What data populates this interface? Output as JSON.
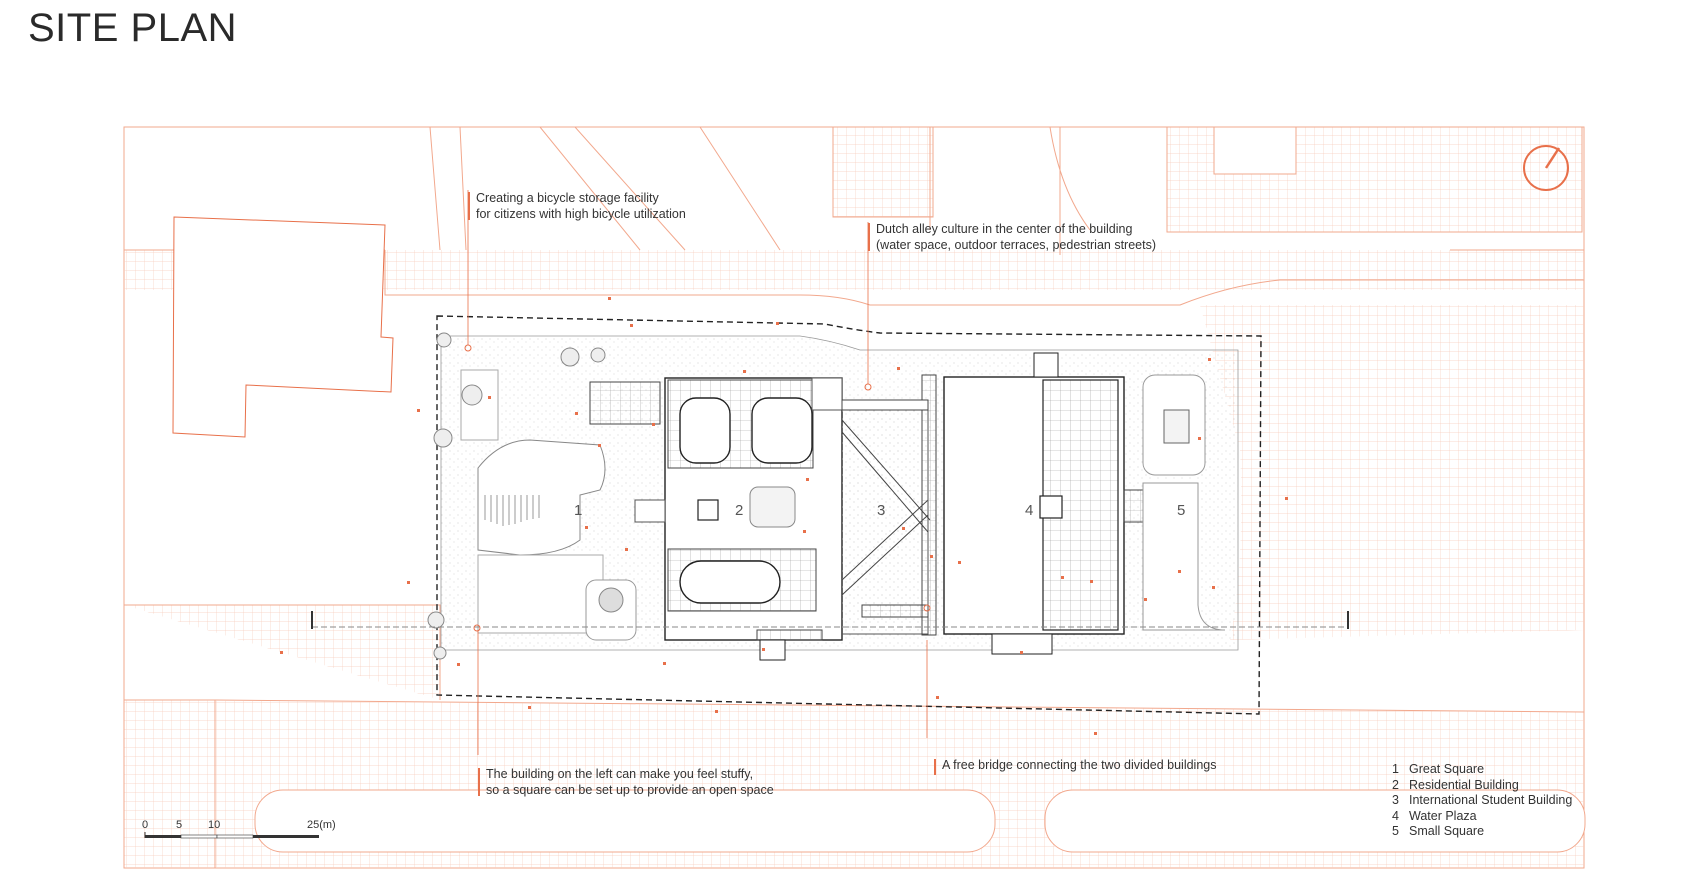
{
  "title": "SITE PLAN",
  "annotations": {
    "bicycle": [
      "Creating a bicycle storage facility",
      "for citizens with high bicycle utilization"
    ],
    "alley": [
      "Dutch alley culture in the center of the building",
      "(water space, outdoor terraces, pedestrian streets)"
    ],
    "square": [
      "The building on the left can make you feel stuffy,",
      "so a square can be set up to provide an open space"
    ],
    "bridge": [
      "A free bridge connecting the two divided buildings"
    ]
  },
  "zone_numbers": [
    "1",
    "2",
    "3",
    "4",
    "5"
  ],
  "legend": [
    {
      "num": "1",
      "label": "Great Square"
    },
    {
      "num": "2",
      "label": "Residential Building"
    },
    {
      "num": "3",
      "label": "International Student Building"
    },
    {
      "num": "4",
      "label": "Water Plaza"
    },
    {
      "num": "5",
      "label": "Small Square"
    }
  ],
  "scale_bar": {
    "ticks": [
      "0",
      "5",
      "10",
      "25(m)"
    ]
  },
  "colors": {
    "accent": "#e8704a",
    "line": "#333333",
    "grid": "#f3c4b2"
  },
  "icons": [
    "north-arrow-icon"
  ]
}
